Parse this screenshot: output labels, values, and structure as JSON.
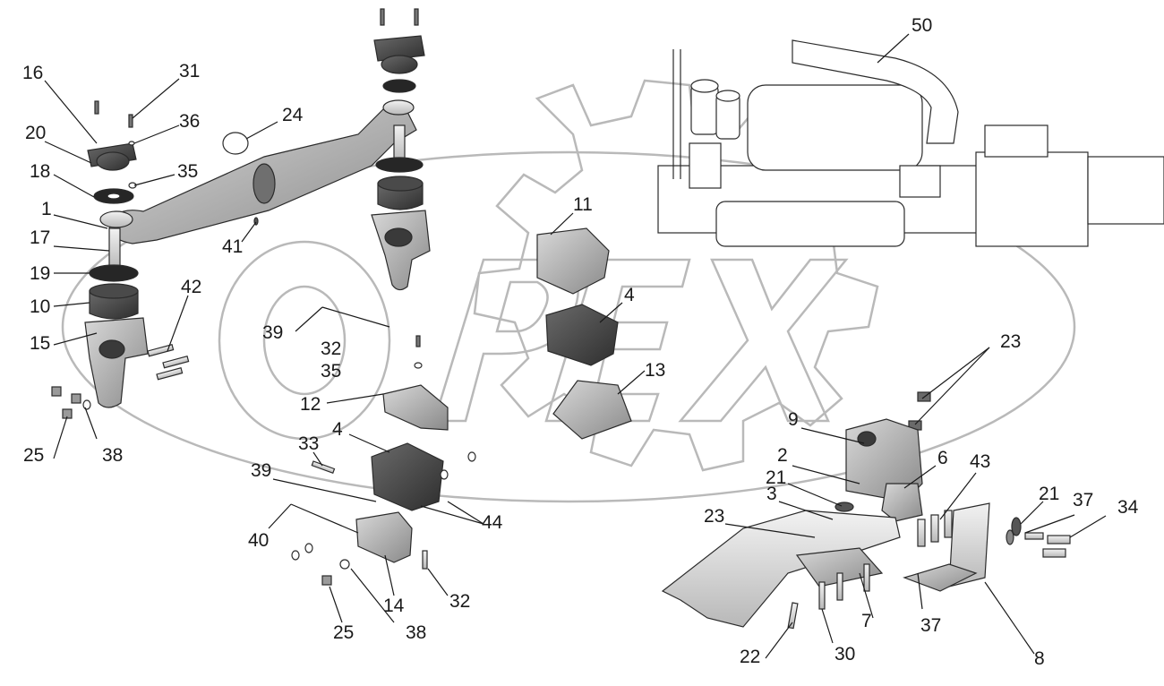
{
  "watermark": {
    "text": "OPEX"
  },
  "corner_mark": "",
  "colors": {
    "part_dark": "#3a3a3a",
    "part_mid": "#8c8c8c",
    "part_light": "#c8c8c8",
    "watermark": "#b9b9b9",
    "label": "#1a1a1a"
  },
  "callouts": [
    {
      "id": "50",
      "text": "50"
    },
    {
      "id": "16",
      "text": "16"
    },
    {
      "id": "31",
      "text": "31"
    },
    {
      "id": "24",
      "text": "24"
    },
    {
      "id": "20",
      "text": "20"
    },
    {
      "id": "36",
      "text": "36"
    },
    {
      "id": "18",
      "text": "18"
    },
    {
      "id": "35a",
      "text": "35"
    },
    {
      "id": "1",
      "text": "1"
    },
    {
      "id": "17",
      "text": "17"
    },
    {
      "id": "41",
      "text": "41"
    },
    {
      "id": "11",
      "text": "11"
    },
    {
      "id": "19",
      "text": "19"
    },
    {
      "id": "42",
      "text": "42"
    },
    {
      "id": "10",
      "text": "10"
    },
    {
      "id": "4a",
      "text": "4"
    },
    {
      "id": "39a",
      "text": "39"
    },
    {
      "id": "15",
      "text": "15"
    },
    {
      "id": "32a",
      "text": "32"
    },
    {
      "id": "23a",
      "text": "23"
    },
    {
      "id": "35b",
      "text": "35"
    },
    {
      "id": "13",
      "text": "13"
    },
    {
      "id": "12",
      "text": "12"
    },
    {
      "id": "25a",
      "text": "25"
    },
    {
      "id": "38a",
      "text": "38"
    },
    {
      "id": "9",
      "text": "9"
    },
    {
      "id": "4b",
      "text": "4"
    },
    {
      "id": "33",
      "text": "33"
    },
    {
      "id": "2",
      "text": "2"
    },
    {
      "id": "6",
      "text": "6"
    },
    {
      "id": "43",
      "text": "43"
    },
    {
      "id": "39b",
      "text": "39"
    },
    {
      "id": "21a",
      "text": "21"
    },
    {
      "id": "3",
      "text": "3"
    },
    {
      "id": "21b",
      "text": "21"
    },
    {
      "id": "37a",
      "text": "37"
    },
    {
      "id": "34",
      "text": "34"
    },
    {
      "id": "23b",
      "text": "23"
    },
    {
      "id": "44",
      "text": "44"
    },
    {
      "id": "40",
      "text": "40"
    },
    {
      "id": "14",
      "text": "14"
    },
    {
      "id": "32b",
      "text": "32"
    },
    {
      "id": "7",
      "text": "7"
    },
    {
      "id": "37b",
      "text": "37"
    },
    {
      "id": "25b",
      "text": "25"
    },
    {
      "id": "38b",
      "text": "38"
    },
    {
      "id": "22",
      "text": "22"
    },
    {
      "id": "30",
      "text": "30"
    },
    {
      "id": "8",
      "text": "8"
    }
  ]
}
